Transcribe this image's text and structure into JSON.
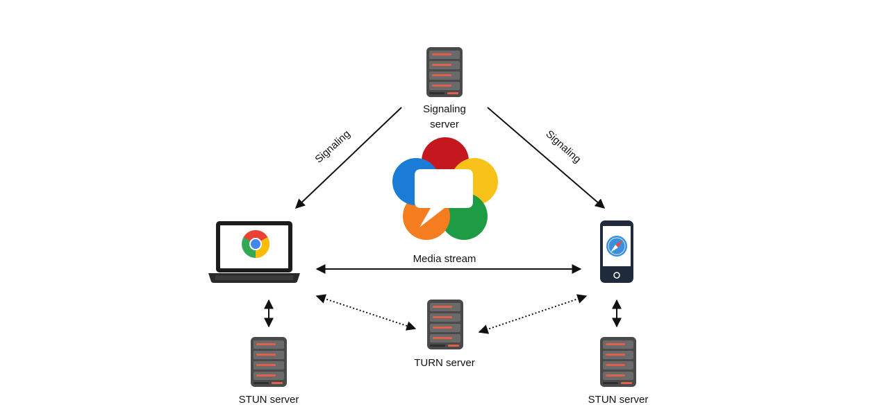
{
  "nodes": {
    "signaling_server": {
      "line1": "Signaling",
      "line2": "server"
    },
    "turn_server": {
      "label": "TURN server"
    },
    "stun_left": {
      "label": "STUN server"
    },
    "stun_right": {
      "label": "STUN server"
    }
  },
  "edges": {
    "signaling_left": "Signaling",
    "signaling_right": "Signaling",
    "media_stream": "Media stream"
  },
  "icons": {
    "logo": "webrtc-logo-icon",
    "laptop": "laptop-chrome-icon",
    "phone": "phone-safari-icon",
    "server": "server-rack-icon"
  },
  "colors": {
    "server_body": "#4a4a4a",
    "server_led": "#e0604a",
    "webrtc_red": "#c4181e",
    "webrtc_yellow": "#f9c21b",
    "webrtc_green": "#1e9b45",
    "webrtc_orange": "#f57c1f",
    "webrtc_blue": "#1a7cd6"
  }
}
